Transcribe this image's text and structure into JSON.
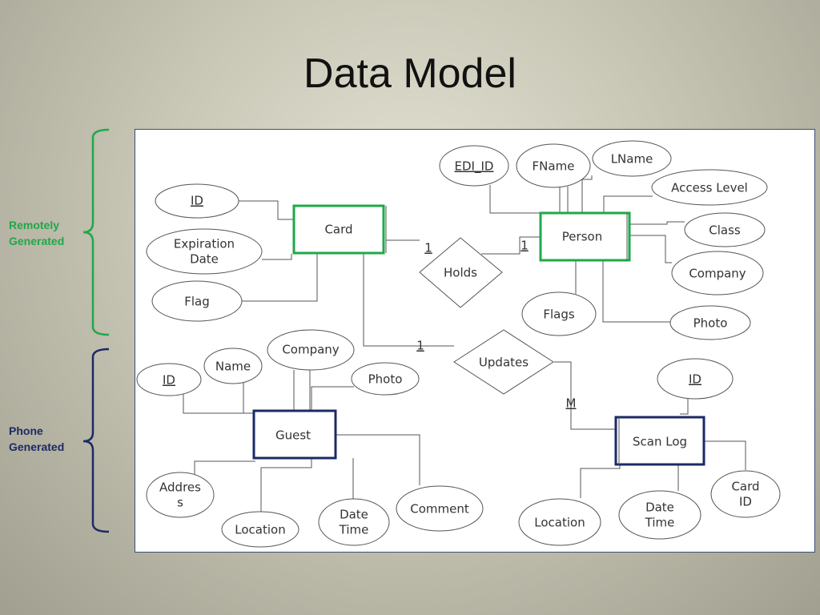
{
  "slide": {
    "title": "Data Model"
  },
  "groups": [
    {
      "line1": "Remotely",
      "line2": "Generated",
      "color": "#1fa84a"
    },
    {
      "line1": "Phone",
      "line2": "Generated",
      "color": "#1b2a66"
    }
  ],
  "colors": {
    "green_entity": "#1fa84a",
    "navy_entity": "#1b2a66",
    "ellipse_stroke": "#555555",
    "line": "#555555",
    "text": "#333333"
  },
  "diagram": {
    "entities": {
      "card": "Card",
      "person": "Person",
      "guest": "Guest",
      "scan_log": "Scan Log"
    },
    "relationships": {
      "holds": "Holds",
      "updates": "Updates"
    },
    "cardinalities": {
      "holds_card": "1",
      "holds_person": "1",
      "updates_card": "1",
      "updates_scanlog": "M"
    },
    "attributes": {
      "card_id": "ID",
      "card_expiration_1": "Expiration",
      "card_expiration_2": "Date",
      "card_flag": "Flag",
      "person_edi_id": "EDI_ID",
      "person_fname": "FName",
      "person_lname": "LName",
      "person_access_level": "Access Level",
      "person_class": "Class",
      "person_company": "Company",
      "person_photo": "Photo",
      "person_flags": "Flags",
      "guest_id": "ID",
      "guest_name": "Name",
      "guest_company": "Company",
      "guest_photo": "Photo",
      "guest_address_1": "Addres",
      "guest_address_2": "s",
      "guest_location": "Location",
      "guest_datetime_1": "Date",
      "guest_datetime_2": "Time",
      "guest_comment": "Comment",
      "scan_id": "ID",
      "scan_location": "Location",
      "scan_datetime_1": "Date",
      "scan_datetime_2": "Time",
      "scan_cardid_1": "Card",
      "scan_cardid_2": "ID"
    }
  }
}
